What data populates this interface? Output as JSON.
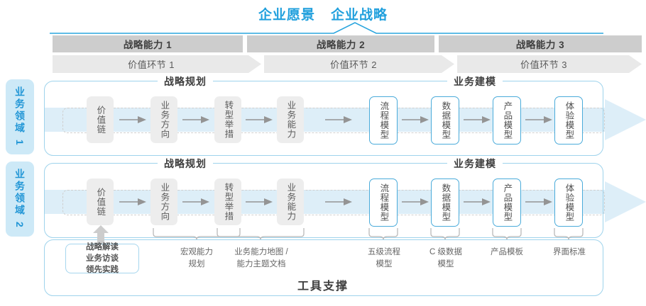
{
  "title": {
    "vision": "企业愿景",
    "strategy": "企业战略",
    "accent_color": "#21a0dd"
  },
  "capability_bars": [
    {
      "label": "战略能力 1"
    },
    {
      "label": "战略能力 2"
    },
    {
      "label": "战略能力 3"
    }
  ],
  "value_chain_bars": [
    {
      "label": "价值环节 1"
    },
    {
      "label": "价值环节 2"
    },
    {
      "label": "价值环节 3"
    }
  ],
  "side_labels": [
    {
      "label": "业务领域 1"
    },
    {
      "label": "业务领域 2"
    }
  ],
  "sections": {
    "planning": "战略规划",
    "modeling": "业务建模"
  },
  "rows": [
    {
      "planning_nodes": [
        {
          "label": "价值链"
        },
        {
          "label": "业务方向"
        },
        {
          "label": "转型举措"
        },
        {
          "label": "业务能力"
        }
      ],
      "modeling_nodes": [
        {
          "label": "流程模型"
        },
        {
          "label": "数据模型"
        },
        {
          "label": "产品模型"
        },
        {
          "label": "体验模型"
        }
      ]
    },
    {
      "planning_nodes": [
        {
          "label": "价值链"
        },
        {
          "label": "业务方向"
        },
        {
          "label": "转型举措"
        },
        {
          "label": "业务能力"
        }
      ],
      "modeling_nodes": [
        {
          "label": "流程模型"
        },
        {
          "label": "数据模型"
        },
        {
          "label": "产品模型"
        },
        {
          "label": "体验模型"
        }
      ]
    }
  ],
  "annotations": {
    "strategy_box": "战略解读\n业务访谈\n领先实践",
    "items": [
      {
        "label": "宏观能力\n规划"
      },
      {
        "label": "业务能力地图 /\n能力主题文档"
      },
      {
        "label": "五级流程\n模型"
      },
      {
        "label": "C 级数据\n模型"
      },
      {
        "label": "产品模板"
      },
      {
        "label": "界面标准"
      }
    ]
  },
  "tool_support": {
    "label": "工具支撑"
  },
  "colors": {
    "blue": "#21a0dd",
    "border_blue": "#9ed3ec",
    "node_blue": "#4aabda",
    "bar_gray": "#cdcdcd",
    "node_gray": "#ededed",
    "side_bg": "#cde9f7"
  }
}
